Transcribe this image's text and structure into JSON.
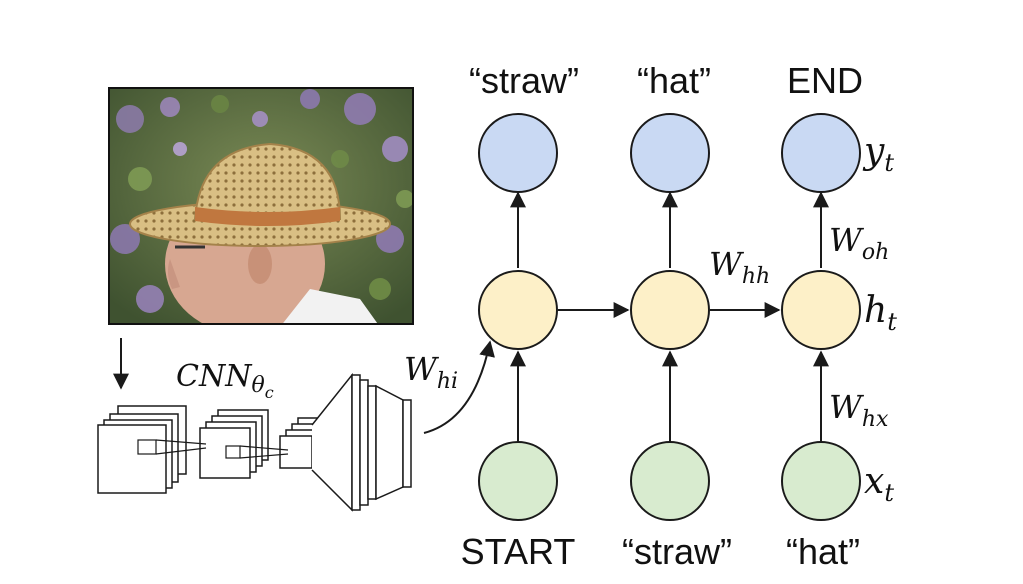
{
  "output_words": [
    "“straw”",
    "“hat”",
    "END"
  ],
  "input_words": [
    "START",
    "“straw”",
    "“hat”"
  ],
  "labels": {
    "y": "y",
    "y_sub": "t",
    "h": "h",
    "h_sub": "t",
    "x": "x",
    "x_sub": "t",
    "w_oh": "W",
    "w_oh_sub": "oh",
    "w_hh": "W",
    "w_hh_sub": "hh",
    "w_hx": "W",
    "w_hx_sub": "hx",
    "w_hi": "W",
    "w_hi_sub": "hi",
    "cnn": "CNN",
    "cnn_sub": "θ",
    "cnn_subsub": "c"
  },
  "colors": {
    "output_node": "#c9d9f3",
    "hidden_node": "#fdf0c8",
    "input_node": "#d8ebcf"
  },
  "image": {
    "subject": "man wearing a straw hat",
    "icon": "photo-straw-hat"
  }
}
